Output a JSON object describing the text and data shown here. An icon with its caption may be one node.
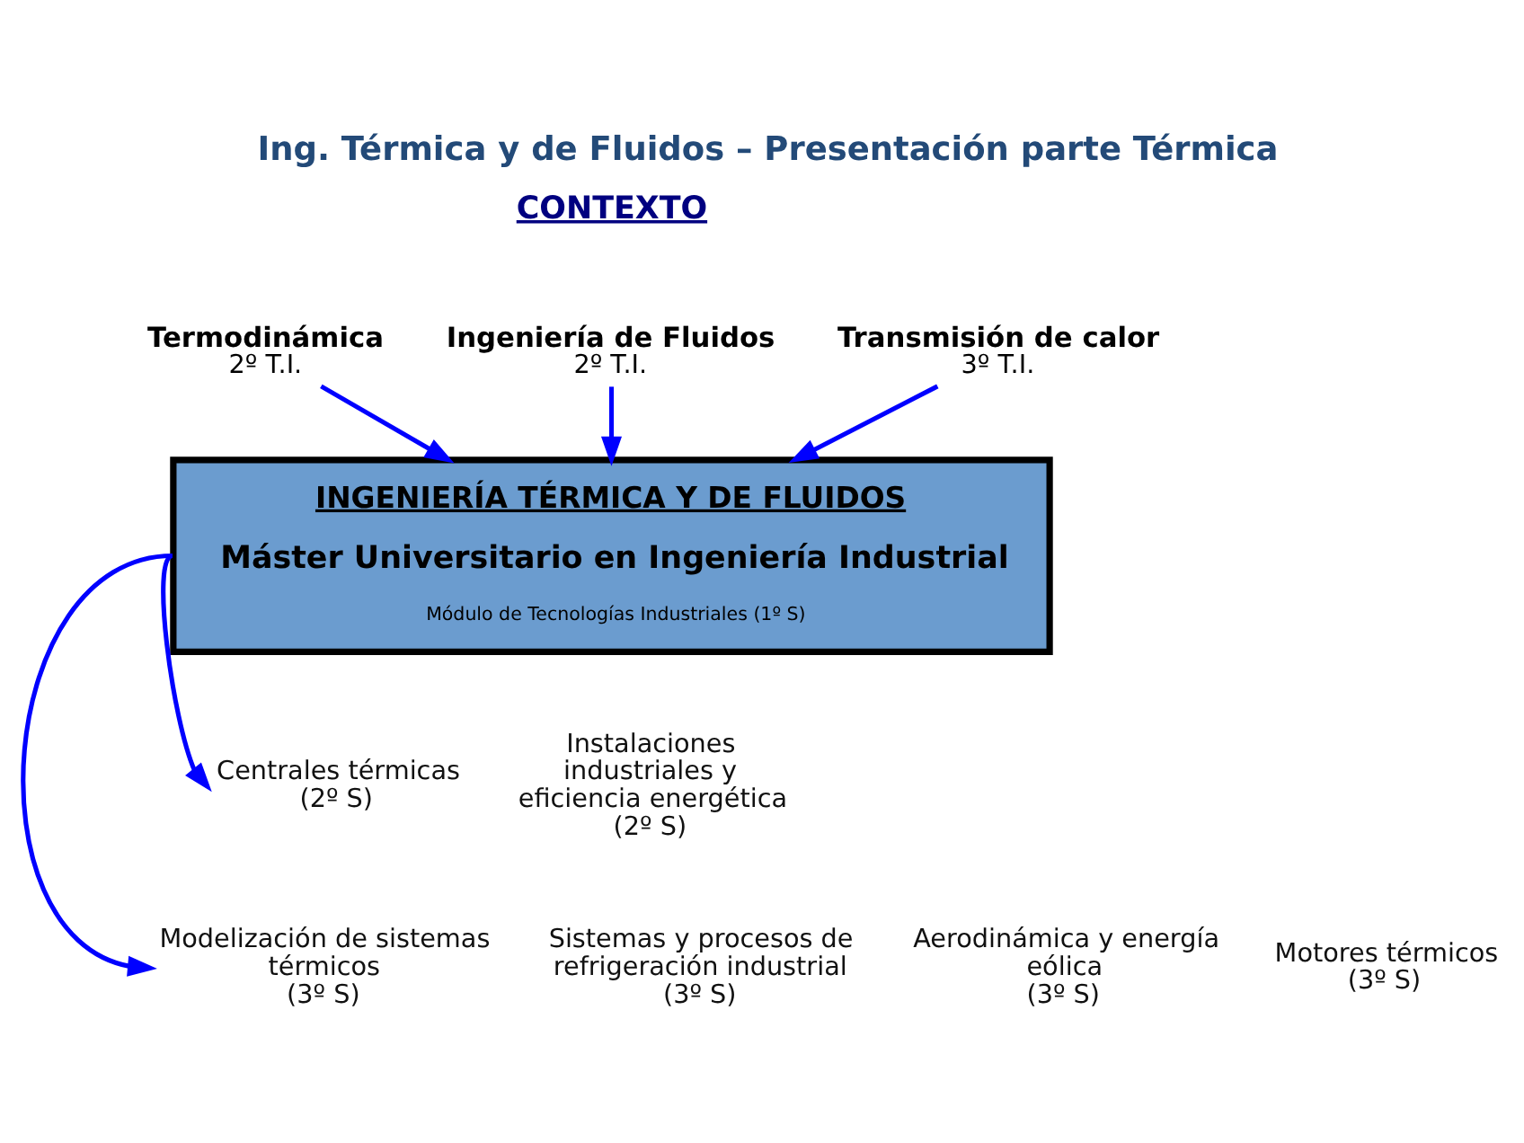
{
  "diagram": {
    "title": "Ing. Térmica y de Fluidos – Presentación parte Térmica",
    "nodes": [
      {
        "text": [
          "Termodinámica",
          "2º T.I."
        ]
      },
      {
        "text": [
          "Ingeniería de Fluidos",
          "2º T.I."
        ]
      },
      {
        "text": [
          "Transmisión de calor",
          "3º T.I."
        ]
      },
      {
        "text": [
          "INGENIERÍA TÉRMICA Y DE FLUIDOS",
          "Máster Universitario en Ingeniería Industrial",
          "Módulo de Tecnologías Industriales (1º S)"
        ]
      },
      {
        "text": [
          "Centrales térmicas",
          "(2º S)"
        ]
      },
      {
        "text": [
          "Instalaciones industriales y eficiencia energética",
          "(2º S)"
        ]
      },
      {
        "text": [
          "Modelización de sistemas térmicos",
          "(3º S)"
        ]
      },
      {
        "text": [
          "Sistemas y procesos de refrigeración industrial",
          "(3º S)"
        ]
      },
      {
        "text": [
          "Aerodinámica y energía eólica",
          "(3º S)"
        ]
      },
      {
        "text": [
          "Motores térmicos",
          "(3º S)"
        ]
      }
    ],
    "edges": [
      {
        "from": 0,
        "to": 3,
        "arrow": "to"
      },
      {
        "from": 1,
        "to": 3,
        "arrow": "to"
      },
      {
        "from": 2,
        "to": 3,
        "arrow": "to"
      },
      {
        "from": 3,
        "to": 4,
        "arrow": "to"
      },
      {
        "from": 3,
        "to": 6,
        "arrow": "to"
      }
    ],
    "labels": [
      "CONTEXTO"
    ]
  }
}
